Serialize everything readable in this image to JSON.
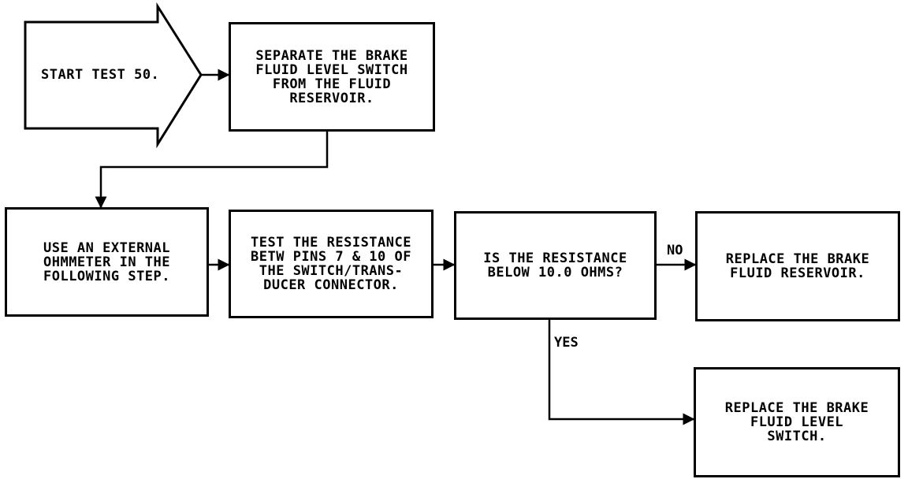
{
  "start": "START TEST 50.",
  "nodes": {
    "separate": "SEPARATE THE BRAKE\nFLUID LEVEL SWITCH\nFROM THE FLUID\nRESERVOIR.",
    "ohmmeter": "USE AN EXTERNAL\nOHMMETER IN THE\nFOLLOWING STEP.",
    "test_resistance": "TEST THE RESISTANCE\nBETW PINS 7 & 10 OF\nTHE SWITCH/TRANS-\nDUCER CONNECTOR.",
    "decision": "IS THE RESISTANCE\nBELOW 10.0 OHMS?",
    "replace_reservoir": "REPLACE THE BRAKE\nFLUID RESERVOIR.",
    "replace_switch": "REPLACE THE BRAKE\nFLUID LEVEL\nSWITCH."
  },
  "edges": {
    "no": "NO",
    "yes": "YES"
  }
}
